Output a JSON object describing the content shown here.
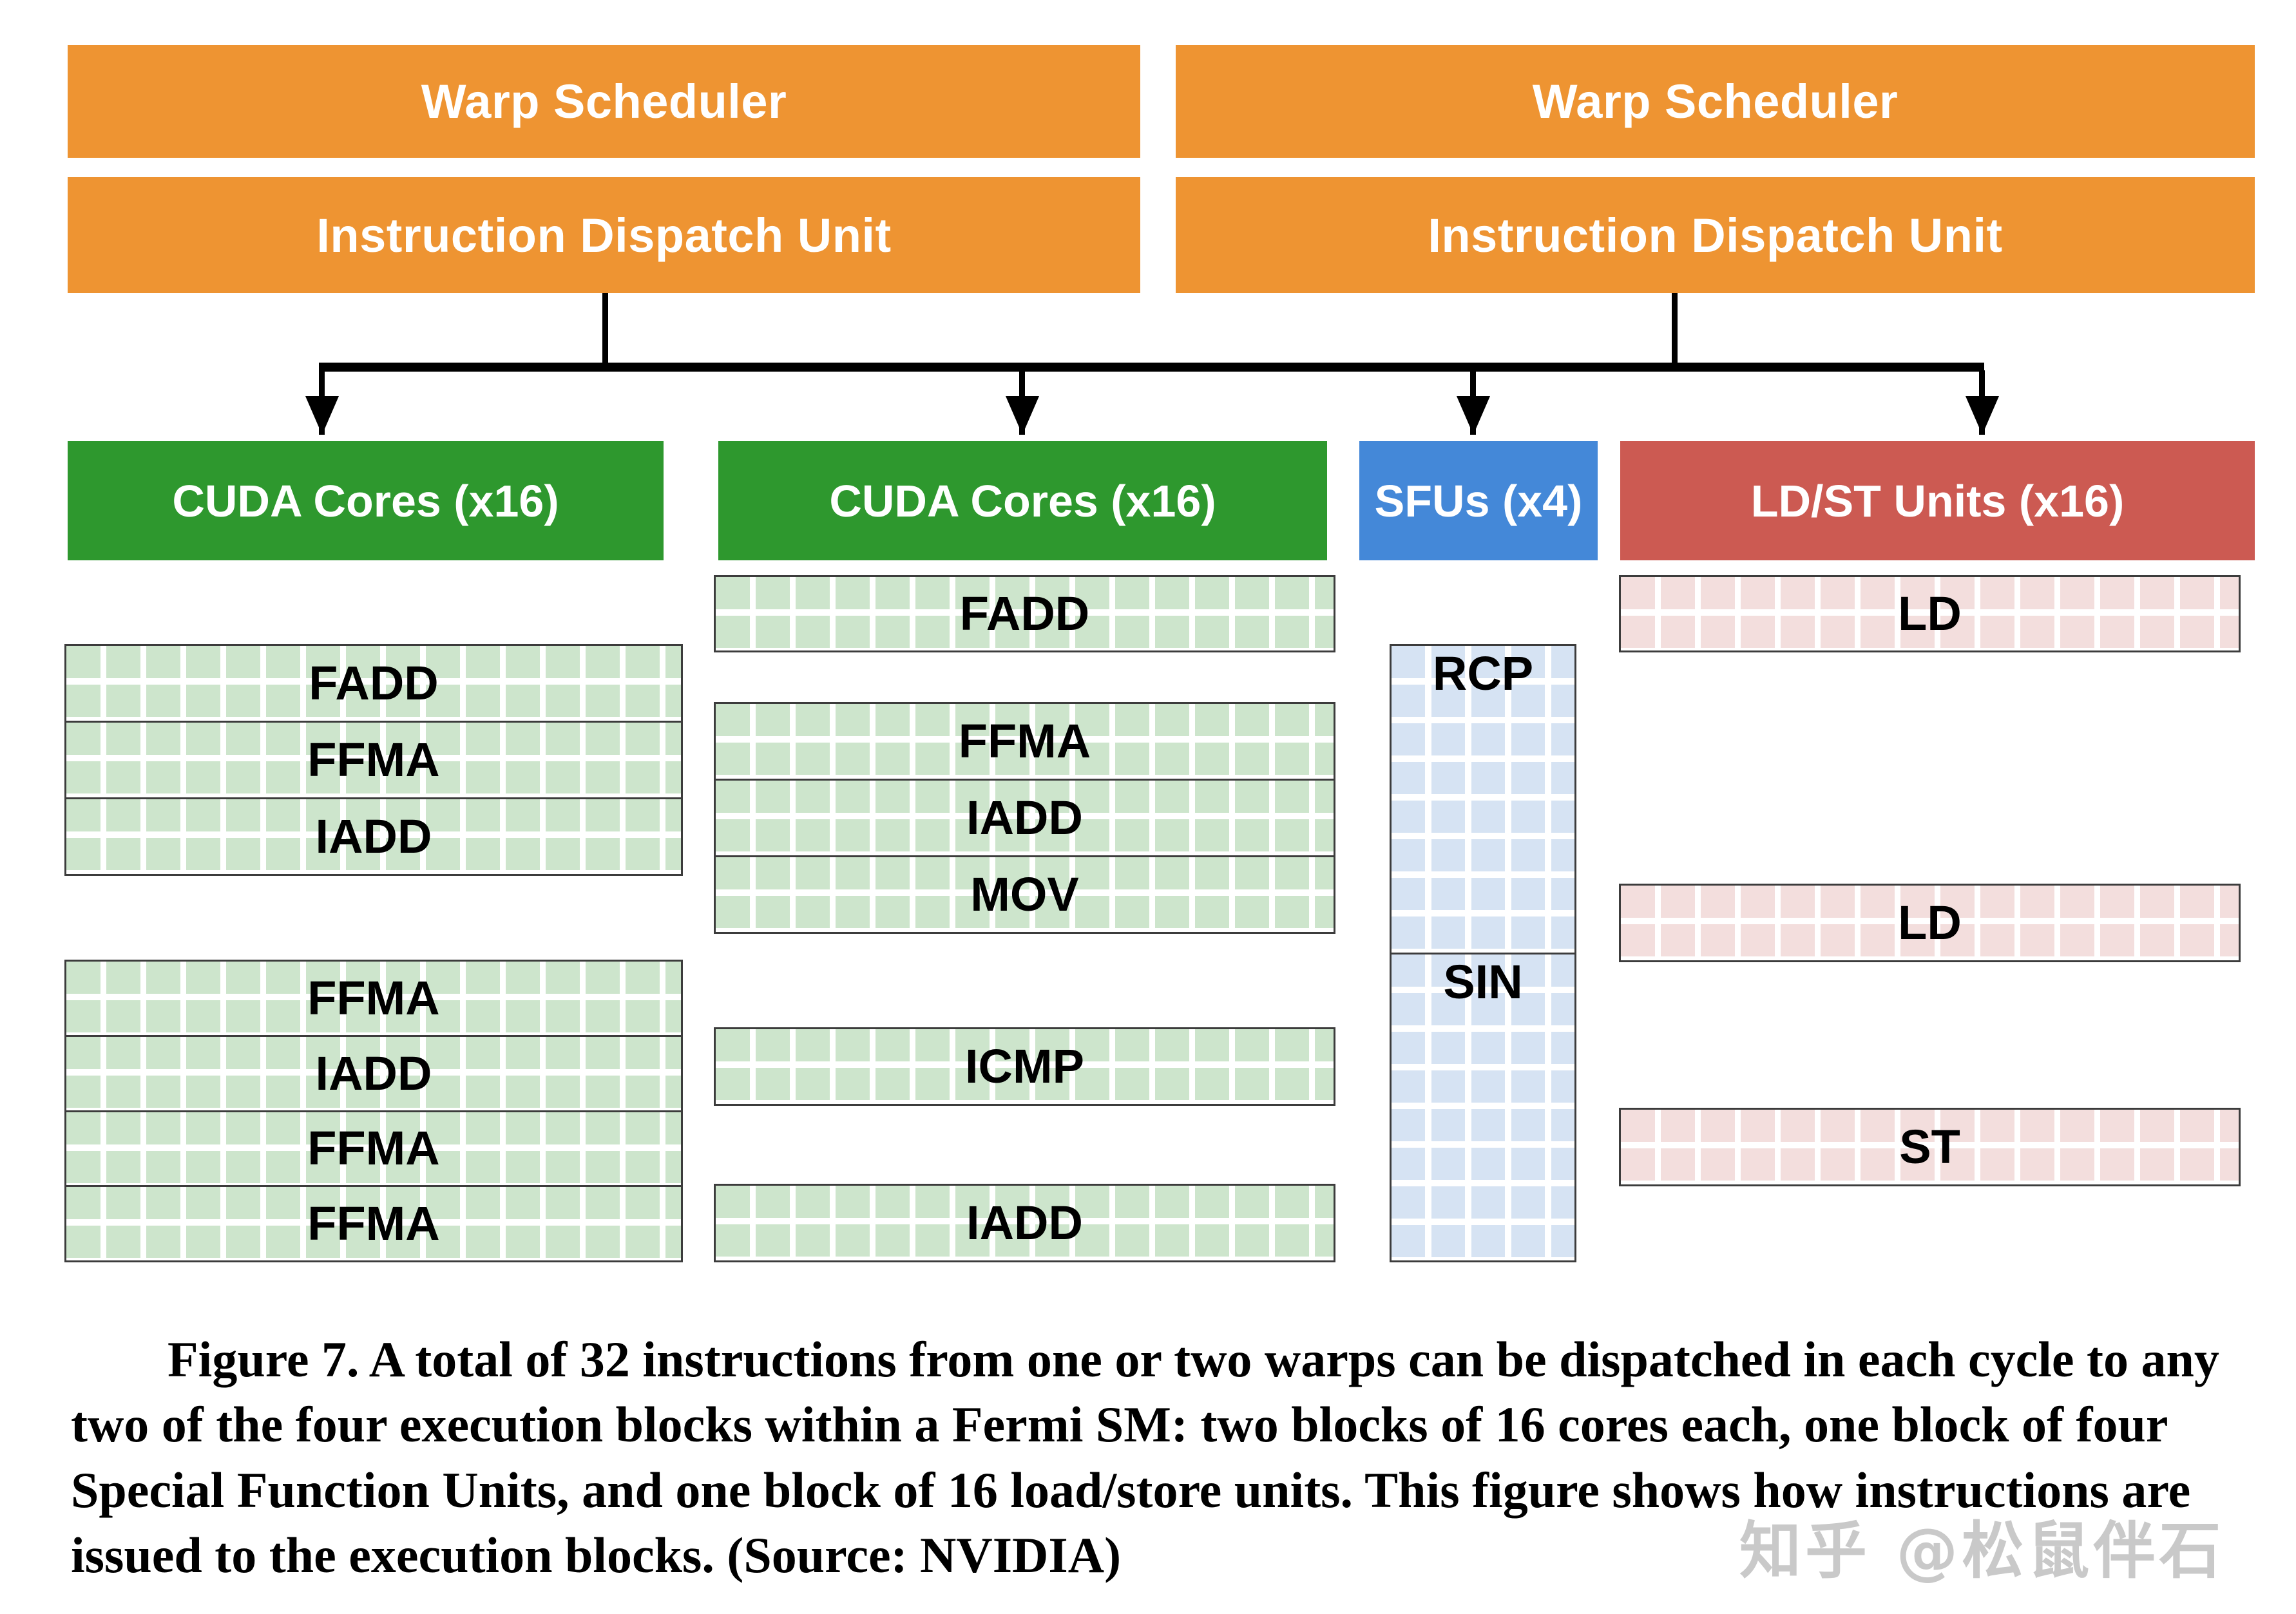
{
  "schedulers": [
    {
      "title": "Warp Scheduler",
      "dispatch": "Instruction Dispatch Unit"
    },
    {
      "title": "Warp Scheduler",
      "dispatch": "Instruction Dispatch Unit"
    }
  ],
  "units": [
    {
      "id": "cuda-cores-0",
      "header": "CUDA Cores (x16)",
      "color": "#2e982e",
      "kind": "green"
    },
    {
      "id": "cuda-cores-1",
      "header": "CUDA Cores (x16)",
      "color": "#2e982e",
      "kind": "green"
    },
    {
      "id": "sfus",
      "header": "SFUs (x4)",
      "color": "#4488d8",
      "kind": "blue"
    },
    {
      "id": "ldst-units",
      "header": "LD/ST Units (x16)",
      "color": "#cc5a52",
      "kind": "red"
    }
  ],
  "columns": {
    "cuda0": {
      "groups": [
        {
          "instructions": [
            "FADD",
            "FFMA",
            "IADD"
          ]
        },
        {
          "instructions": [
            "FFMA",
            "IADD",
            "FFMA",
            "FFMA"
          ]
        }
      ]
    },
    "cuda1": {
      "groups": [
        {
          "instructions": [
            "FADD"
          ]
        },
        {
          "instructions": [
            "FFMA",
            "IADD",
            "MOV"
          ]
        },
        {
          "instructions": [
            "ICMP"
          ]
        },
        {
          "instructions": [
            "IADD"
          ]
        }
      ]
    },
    "sfus": {
      "groups": [
        {
          "instructions": [
            "RCP",
            "SIN"
          ]
        }
      ]
    },
    "ldst": {
      "groups": [
        {
          "instructions": [
            "LD"
          ]
        },
        {
          "instructions": [
            "LD"
          ]
        },
        {
          "instructions": [
            "ST"
          ]
        }
      ]
    }
  },
  "caption": "Figure 7. A total of 32 instructions from one or two warps can be dispatched in each cycle to any two of the four execution blocks within a Fermi SM: two blocks of 16 cores each, one block of four Special Function Units, and one block of 16 load/store units. This figure shows how instructions are issued to the execution blocks. (Source: NVIDIA)",
  "watermark": "知乎 @松鼠伴石",
  "palette": {
    "orange": "#ee9432",
    "green": "#2e982e",
    "blue": "#4488d8",
    "red": "#cc5a52",
    "green_cell": "#cde5cc",
    "blue_cell": "#d6e3f3",
    "red_cell": "#f3dedd",
    "line": "#000000",
    "watermark": "#c9c9c9"
  }
}
